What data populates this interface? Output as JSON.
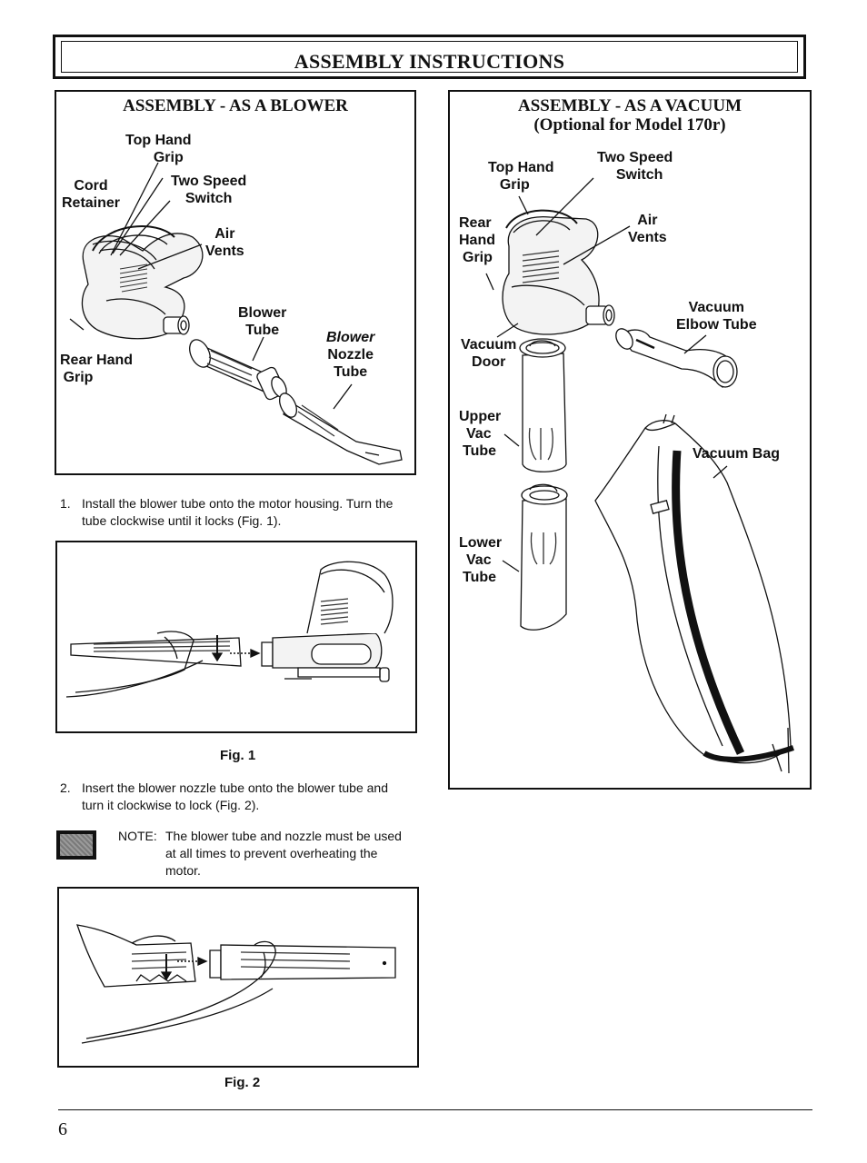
{
  "header": {
    "title": "ASSEMBLY INSTRUCTIONS"
  },
  "blower_panel": {
    "title": "ASSEMBLY - AS A BLOWER",
    "labels": {
      "top_hand_grip": [
        "Top Hand",
        "Grip"
      ],
      "cord_retainer": [
        "Cord",
        "Retainer"
      ],
      "two_speed_switch": [
        "Two Speed",
        "Switch"
      ],
      "air_vents": [
        "Air",
        "Vents"
      ],
      "blower_tube": [
        "Blower",
        "Tube"
      ],
      "blower_nozzle_tube": [
        "Blower",
        "Nozzle",
        "Tube"
      ],
      "rear_hand_grip": [
        "Rear Hand",
        "Grip"
      ]
    }
  },
  "vacuum_panel": {
    "title": "ASSEMBLY - AS A VACUUM",
    "subtitle": "(Optional for Model 170r)",
    "labels": {
      "top_hand_grip": [
        "Top Hand",
        "Grip"
      ],
      "two_speed_switch": [
        "Two Speed",
        "Switch"
      ],
      "rear_hand_grip": [
        "Rear",
        "Hand",
        "Grip"
      ],
      "air_vents": [
        "Air",
        "Vents"
      ],
      "vacuum_elbow_tube": [
        "Vacuum",
        "Elbow Tube"
      ],
      "vacuum_door": [
        "Vacuum",
        "Door"
      ],
      "upper_vac_tube": [
        "Upper",
        "Vac",
        "Tube"
      ],
      "vacuum_bag": "Vacuum Bag",
      "lower_vac_tube": [
        "Lower",
        "Vac",
        "Tube"
      ]
    }
  },
  "steps": [
    {
      "number": "1.",
      "text": [
        "Install the blower tube onto the motor housing. Turn the",
        "tube clockwise until it locks (Fig. 1)."
      ]
    },
    {
      "number": "2.",
      "text": [
        "Insert the blower nozzle tube onto the blower tube and",
        "turn it clockwise to lock (Fig. 2)."
      ]
    }
  ],
  "note": {
    "prefix": "NOTE:",
    "text": [
      "The blower tube and nozzle must be used",
      "at all times to prevent overheating the",
      "motor."
    ]
  },
  "figures": {
    "fig1": "Fig. 1",
    "fig2": "Fig. 2"
  },
  "page_number": "6"
}
